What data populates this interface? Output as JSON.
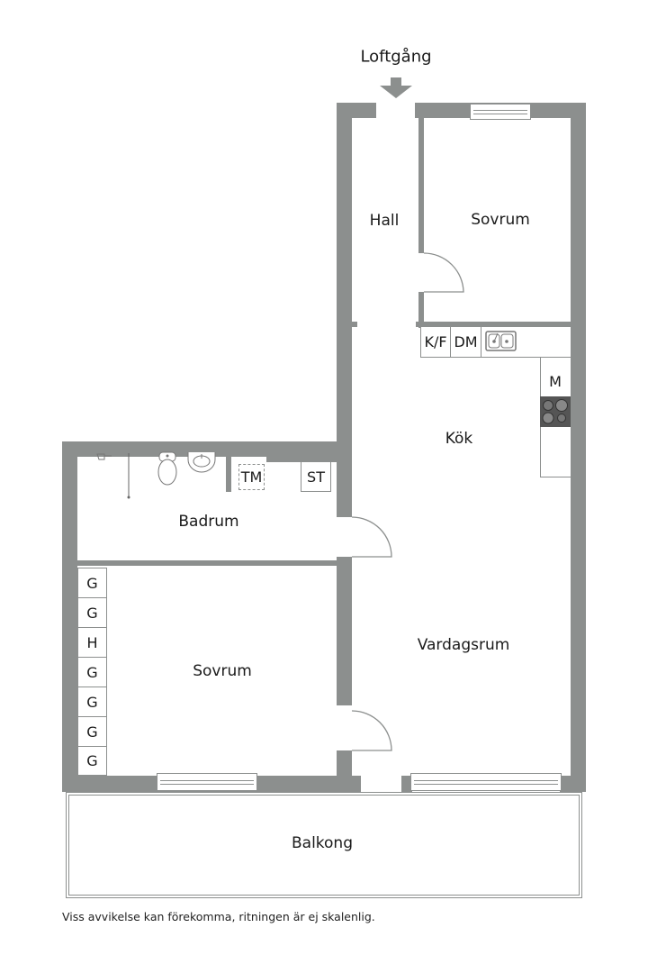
{
  "entrance": {
    "label": "Loftgång",
    "arrow_icon": "down-arrow"
  },
  "rooms": {
    "hall": "Hall",
    "bedroom_top": "Sovrum",
    "kitchen": "Kök",
    "bathroom": "Badrum",
    "bedroom_left": "Sovrum",
    "living_room": "Vardagsrum",
    "balcony": "Balkong"
  },
  "fixtures": {
    "fridge_freezer": "K/F",
    "dishwasher": "DM",
    "microwave": "M",
    "washing_machine": "TM",
    "dryer": "ST"
  },
  "wardrobes": [
    "G",
    "G",
    "H",
    "G",
    "G",
    "G",
    "G"
  ],
  "footer_note": "Viss avvikelse kan förekomma, ritningen är ej skalenlig.",
  "colors": {
    "wall": "#8c8f8e",
    "background": "#ffffff",
    "stove": "#555555"
  }
}
